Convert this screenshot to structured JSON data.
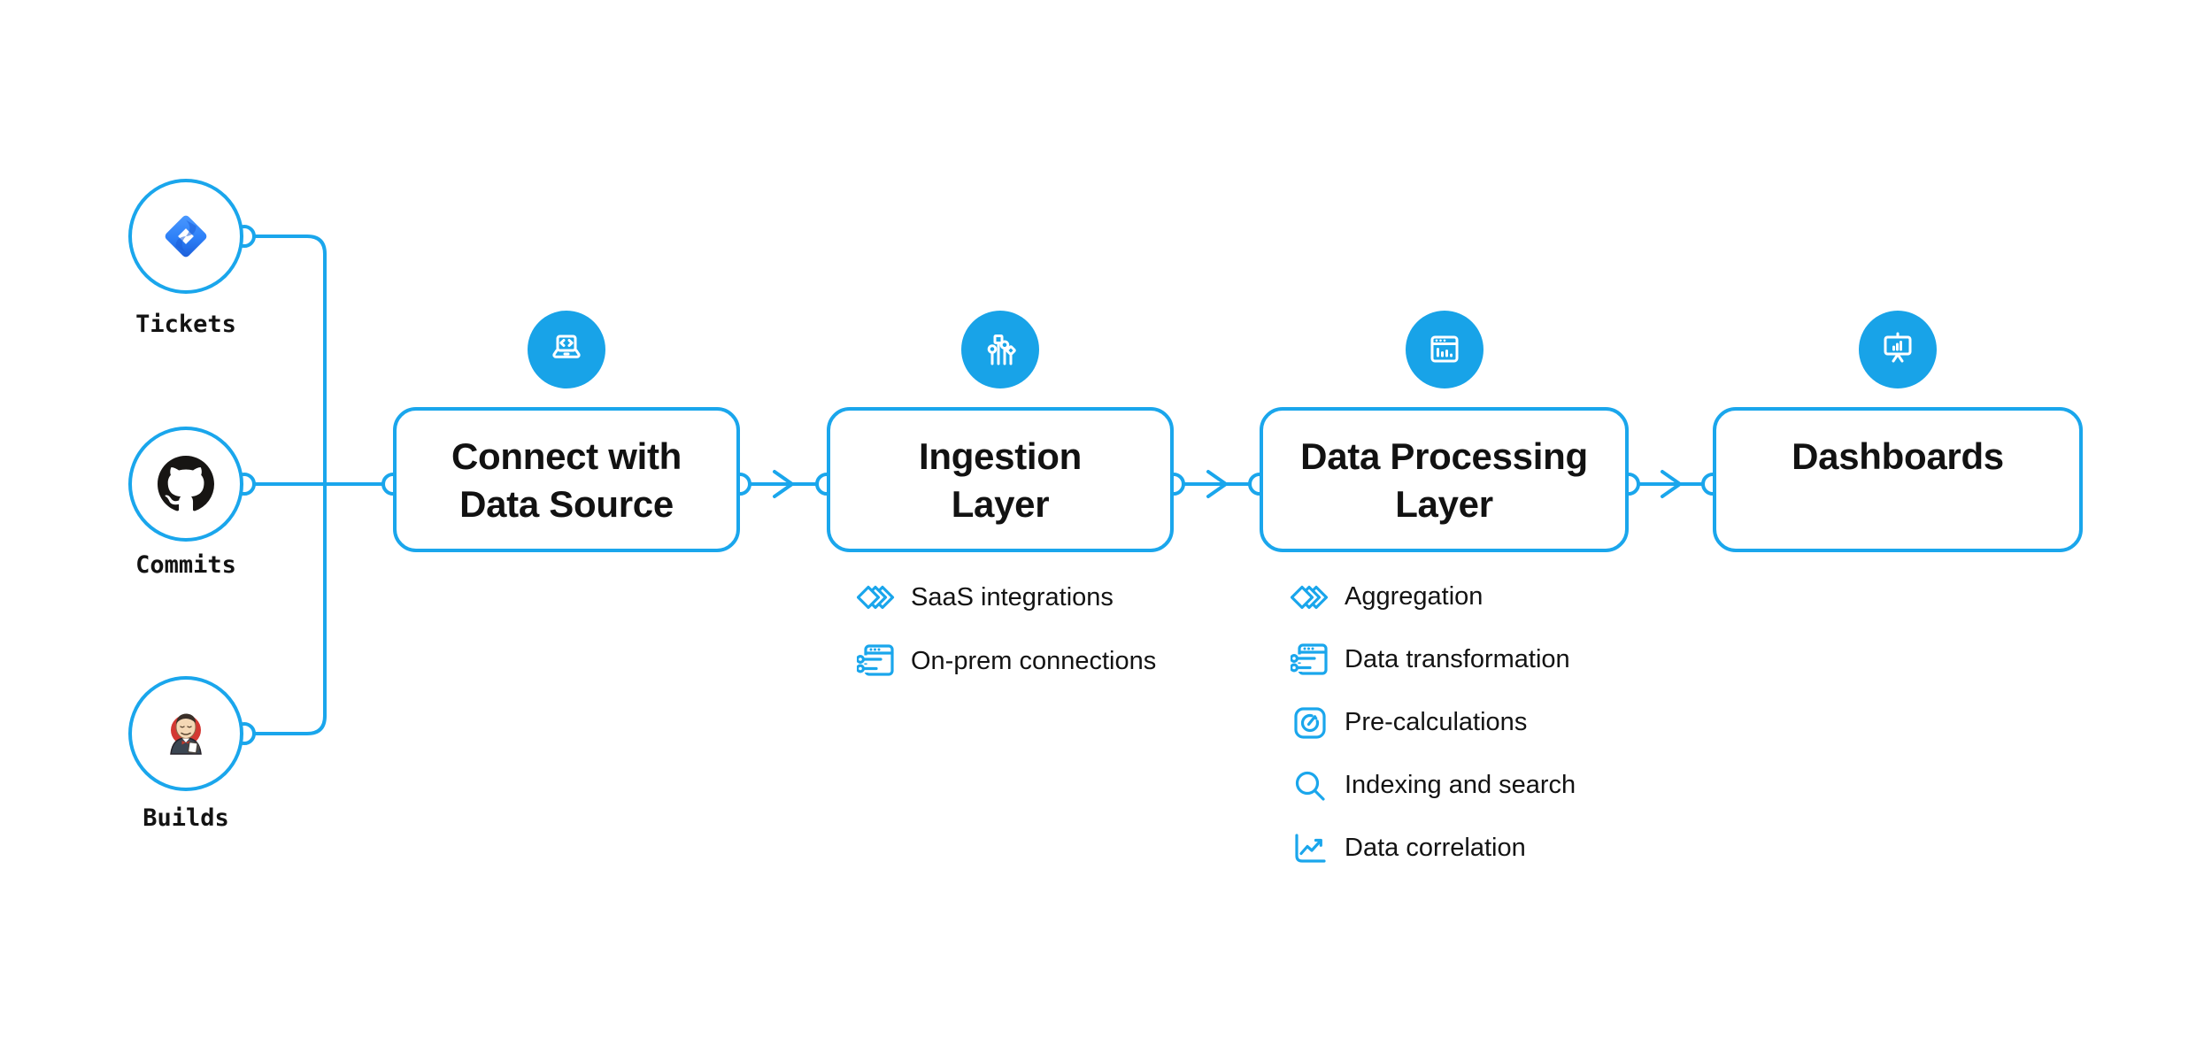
{
  "colors": {
    "accent": "#1AA6EC",
    "badge_fill": "#18A3E8",
    "text": "#131313",
    "background": "#ffffff",
    "jira_blue_light": "#4C9AFF",
    "jira_blue_dark": "#1B5CD7",
    "github_black": "#171513",
    "jenkins_red": "#D33833"
  },
  "sources": [
    {
      "label": "Tickets",
      "icon": "jira-icon"
    },
    {
      "label": "Commits",
      "icon": "github-icon"
    },
    {
      "label": "Builds",
      "icon": "jenkins-icon"
    }
  ],
  "stages": [
    {
      "title_line1": "Connect with",
      "title_line2": "Data Source",
      "icon": "laptop-code-icon",
      "items": []
    },
    {
      "title_line1": "Ingestion",
      "title_line2": "Layer",
      "icon": "circuit-branches-icon",
      "items": [
        {
          "icon": "diamonds-icon",
          "label": "SaaS integrations"
        },
        {
          "icon": "window-sliders-icon",
          "label": "On-prem connections"
        }
      ]
    },
    {
      "title_line1": "Data Processing",
      "title_line2": "Layer",
      "icon": "window-bar-chart-icon",
      "items": [
        {
          "icon": "diamonds-icon",
          "label": "Aggregation"
        },
        {
          "icon": "window-sliders-icon",
          "label": "Data transformation"
        },
        {
          "icon": "gauge-icon",
          "label": "Pre-calculations"
        },
        {
          "icon": "magnifier-icon",
          "label": "Indexing and search"
        },
        {
          "icon": "line-chart-icon",
          "label": "Data correlation"
        }
      ]
    },
    {
      "title_line1": "Dashboards",
      "title_line2": "",
      "icon": "presentation-chart-icon",
      "items": []
    }
  ]
}
